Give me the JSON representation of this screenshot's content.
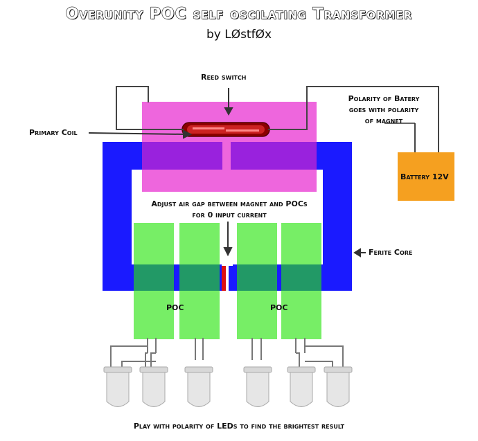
{
  "title": "Overunity POC self oscilating Transformer",
  "author": "by LØstfØx",
  "labels": {
    "reed_switch": "Reed switch",
    "polarity_line1": "Polarity of Batery",
    "polarity_line2": "goes with polarity",
    "polarity_line3": "of magnet",
    "primary_coil": "Primary Coil",
    "battery": "Battery 12V",
    "air_gap_line1": "Adjust air gap between magnet and POCs",
    "air_gap_line2": "for 0 input current",
    "ferrite_core": "Ferite Core",
    "poc_left": "POC",
    "poc_right": "POC",
    "footer": "Play with polarity of LEDs to find the brightest result"
  },
  "colors": {
    "core": "#1a1aff",
    "coil": "#ee66dd",
    "coil_overlap": "#9922dd",
    "poc": "#77ee66",
    "poc_overlap": "#229966",
    "battery": "#f5a020",
    "reed": "#8b0000"
  }
}
